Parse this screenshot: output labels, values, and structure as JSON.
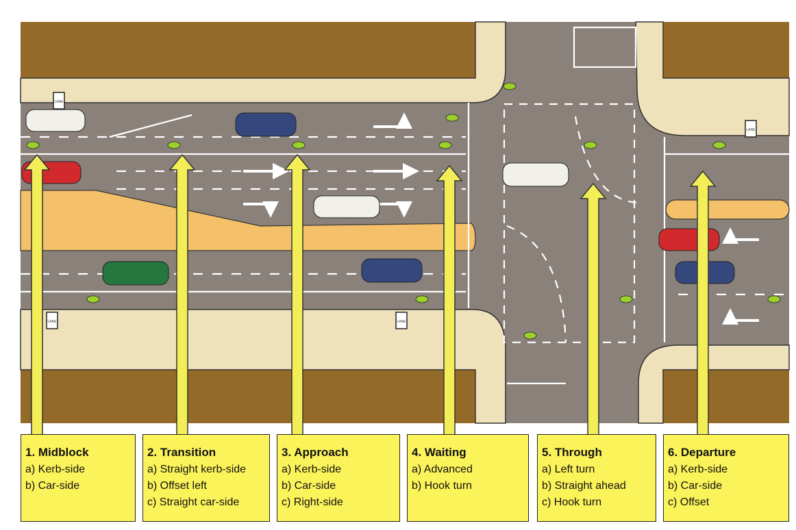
{
  "signs": {
    "lane_sign": "LANE"
  },
  "colors": {
    "road": "#8b817b",
    "footpath": "#efe2bb",
    "building": "#946a29",
    "median": "#f4c069",
    "label_bg": "#fbf35a",
    "arrow": "#f3ee58",
    "car_red": "#d2292c",
    "car_blue": "#35487e",
    "car_green": "#25773d",
    "car_white": "#f2f0ea",
    "cyclist": "#9cd02a"
  },
  "stages": [
    {
      "title": "1. Midblock",
      "items": [
        "a) Kerb-side",
        "b) Car-side"
      ]
    },
    {
      "title": "2. Transition",
      "items": [
        "a) Straight kerb-side",
        "b) Offset left",
        "c) Straight car-side"
      ]
    },
    {
      "title": "3. Approach",
      "items": [
        "a) Kerb-side",
        "b) Car-side",
        "c) Right-side"
      ]
    },
    {
      "title": "4. Waiting",
      "items": [
        "a) Advanced",
        "b) Hook turn"
      ]
    },
    {
      "title": "5. Through",
      "items": [
        "a) Left turn",
        "b) Straight ahead",
        "c) Hook turn"
      ]
    },
    {
      "title": "6. Departure",
      "items": [
        "a) Kerb-side",
        "b) Car-side",
        "c) Offset"
      ]
    }
  ]
}
